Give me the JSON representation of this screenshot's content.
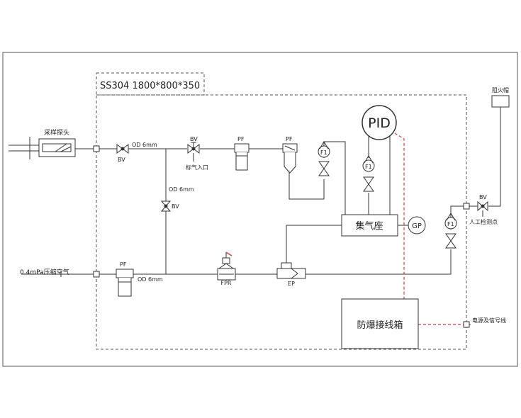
{
  "enclosure_label": "SS304 1800*800*350",
  "pid_label": "PID",
  "junction_box_label": "防爆接线箱",
  "manifold_label": "集气座",
  "gp_label": "GP",
  "sample_probe_label": "采样探头",
  "flame_arrester_label": "阻火帽",
  "air_supply_label": "0.4mPa压缩空气",
  "power_signal_label": "电源及信号线",
  "cal_gas_inlet_label": "标气入口",
  "manual_test_point_label": "人工检测点",
  "valve_bv_label": "BV",
  "filter_pf_label": "PF",
  "flowmeter_label": "F1",
  "fpr_label": "FPR",
  "ep_label": "EP",
  "tube_label": "OD 6mm",
  "colors": {
    "line": "#333333",
    "signal": "#e0393e"
  }
}
